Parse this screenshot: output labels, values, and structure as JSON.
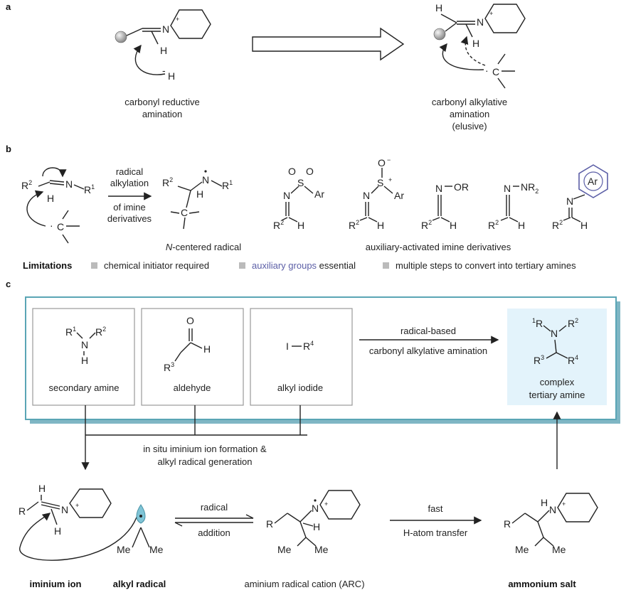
{
  "panel_labels": {
    "a": "a",
    "b": "b",
    "c": "c"
  },
  "panel_a": {
    "left_caption": [
      "carbonyl reductive",
      "amination"
    ],
    "right_caption": [
      "carbonyl alkylative",
      "amination",
      "(elusive)"
    ],
    "atoms": {
      "n_plus": "N",
      "plus": "+",
      "h": "H",
      "hydride_minus": "-",
      "hydride_h": "H",
      "methyl_dot": "C",
      "dot": "·"
    }
  },
  "panel_b": {
    "arrow_label_top": [
      "radical",
      "alkylation"
    ],
    "arrow_label_bottom": [
      "of imine",
      "derivatives"
    ],
    "left_caption": [
      "N",
      "-centered radical"
    ],
    "right_caption": "auxiliary-activated imine derivatives",
    "limitations_title": "Limitations",
    "limitations": [
      {
        "text": "chemical initiator required",
        "color": "#222222"
      },
      {
        "text": "auxiliary groups",
        "suffix": " essential",
        "color": "#5b5ea6"
      },
      {
        "text": "multiple steps to convert into tertiary amines",
        "color": "#222222"
      }
    ],
    "aux_groups": [
      "OR",
      "NR",
      "Ar",
      "Ar",
      "Ar"
    ]
  },
  "panel_c": {
    "boxes": [
      {
        "label": "secondary amine",
        "color": "#222222"
      },
      {
        "label": "aldehyde",
        "color": "#1f3a8a"
      },
      {
        "label": "alkyl iodide",
        "color": "#7a1f1f"
      }
    ],
    "arrow_label_top": "radical-based",
    "arrow_label_bottom": "carbonyl alkylative amination",
    "product_label": [
      "complex",
      "tertiary amine"
    ],
    "formation_label": [
      "in situ iminium ion formation &",
      "alkyl radical generation"
    ],
    "step1_top": "radical",
    "step1_bottom": "addition",
    "step2_top": "fast",
    "step2_bottom": "H-atom transfer",
    "bottom_labels": [
      "iminium ion",
      "alkyl radical",
      "aminium radical cation (ARC)",
      "ammonium salt"
    ],
    "me": "Me",
    "r": "R"
  },
  "colors": {
    "teal": "#2e8b7a",
    "blue_aux": "#5b5ea6",
    "dark_red": "#7a1f1f",
    "box_blue": "#e3f3fb",
    "frame_teal": "#5aa5b5"
  }
}
